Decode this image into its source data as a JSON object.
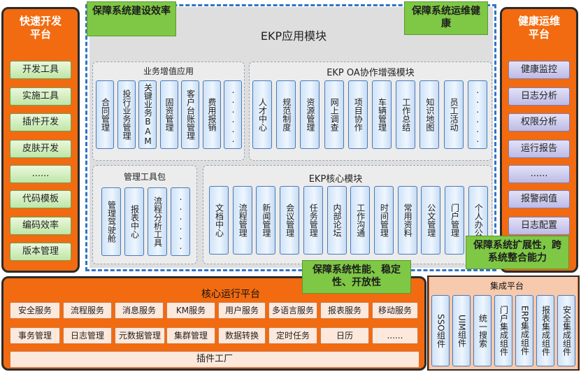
{
  "left_panel": {
    "title": "快速开发平台",
    "items": [
      "开发工具",
      "实施工具",
      "插件开发",
      "皮肤开发",
      "......",
      "代码模板",
      "编码效率",
      "版本管理"
    ]
  },
  "right_panel": {
    "title": "健康运维平台",
    "items": [
      "健康监控",
      "日志分析",
      "权限分析",
      "运行报告",
      "......",
      "报警阀值",
      "日志配置"
    ]
  },
  "main": {
    "title": "EKP应用模块",
    "value_added": {
      "title": "业务增值应用",
      "items": [
        "合同管理",
        "投行业务管理",
        "关键业务BAM",
        "固资管理",
        "客户台账管理",
        "费用报销",
        "......"
      ]
    },
    "oa": {
      "title": "EKP OA协作增强模块",
      "items": [
        "人才中心",
        "规范制度",
        "资源管理",
        "网上调查",
        "项目协作",
        "车辆管理",
        "工作总结",
        "知识地图",
        "员工活动",
        "......"
      ]
    },
    "tools": {
      "title": "管理工具包",
      "items": [
        "管理驾驶舱",
        "报表中心",
        "流程分析工具",
        "......"
      ]
    },
    "core_modules": {
      "title": "EKP核心模块",
      "items": [
        "文档中心",
        "流程管理",
        "新闻管理",
        "会议管理",
        "任务管理",
        "内部论坛",
        "工作沟通",
        "时间管理",
        "常用资料",
        "公文管理",
        "门户管理",
        "个人办公"
      ]
    }
  },
  "callouts": {
    "build": "保障系统建设效率",
    "ops": "保障系统运维健康",
    "perf": "保障系统性能、稳定性、开放性",
    "ext": "保障系统扩展性，跨系统整合能力"
  },
  "core_platform": {
    "title": "核心运行平台",
    "row1": [
      "安全服务",
      "流程服务",
      "消息服务",
      "KM服务",
      "用户服务",
      "多语言服务",
      "报表服务",
      "移动服务"
    ],
    "row2": [
      "事务管理",
      "日志管理",
      "元数据管理",
      "集群管理",
      "数据转换",
      "定时任务",
      "日历",
      "......"
    ],
    "plugin": "插件工厂"
  },
  "integration": {
    "title": "集成平台",
    "items": [
      "SSO组件",
      "UIM组件",
      "统一搜索",
      "门户集成组件",
      "ERP集成组件",
      "报表集成组件",
      "安全集成组件"
    ]
  }
}
